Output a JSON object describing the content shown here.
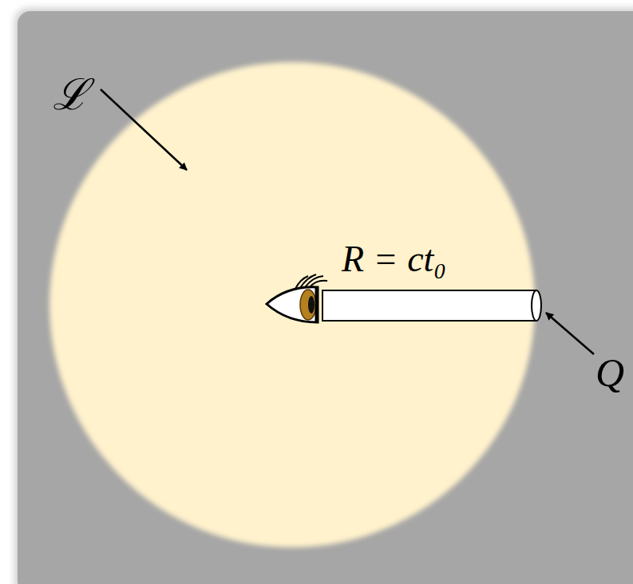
{
  "diagram": {
    "labels": [
      "ℒ",
      "R = ct₀",
      "Q"
    ]
  }
}
